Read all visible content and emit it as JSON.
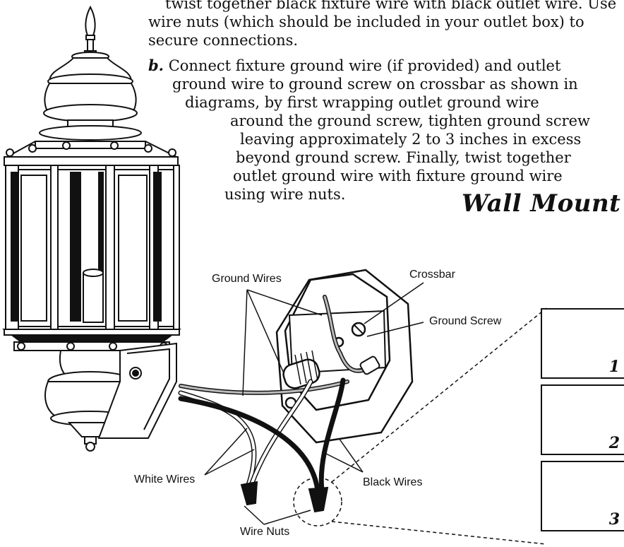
{
  "instructions": {
    "partial_lines": [
      "twist together black fixture wire with black outlet wire. Use",
      "wire nuts (which should be included in your outlet box) to",
      "secure connections."
    ],
    "step_b": {
      "letter": "b.",
      "lines": [
        "Connect fixture ground wire (if provided) and outlet",
        "ground wire to ground screw on crossbar as shown in",
        "diagrams, by first wrapping outlet ground wire",
        "around the ground screw, tighten ground screw",
        "leaving approximately 2 to 3 inches in excess",
        "beyond ground screw. Finally, twist together",
        "outlet ground wire with fixture ground wire",
        "using wire nuts."
      ]
    }
  },
  "diagram": {
    "heading": "Wall Mount",
    "labels": {
      "ground_wires": "Ground Wires",
      "crossbar": "Crossbar",
      "ground_screw": "Ground Screw",
      "white_wires": "White Wires",
      "black_wires": "Black Wires",
      "wire_nuts": "Wire Nuts"
    },
    "steps": [
      "1",
      "2",
      "3"
    ],
    "icons": [
      "lantern-fixture",
      "outlet-box",
      "wire-nut"
    ]
  }
}
